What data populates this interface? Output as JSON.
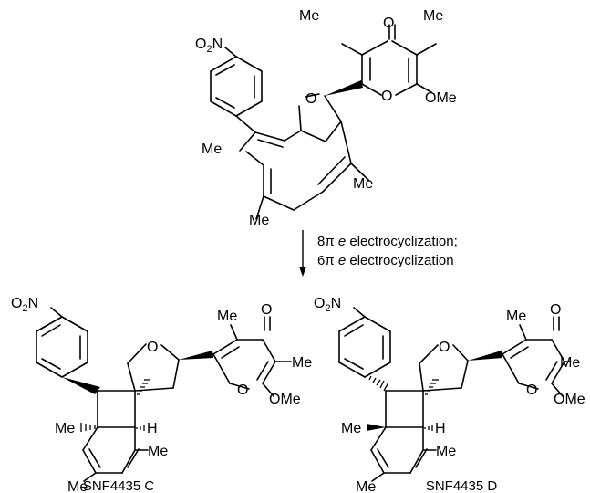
{
  "reaction": {
    "conditions": {
      "line1_prefix": "8π ",
      "line1_italic": "e",
      "line1_suffix": " electrocyclization;",
      "line2_prefix": "6π ",
      "line2_italic": "e",
      "line2_suffix": " electrocyclization"
    }
  },
  "atoms": {
    "O": "O",
    "N": "N",
    "no2_prefix": "O",
    "no2_sub": "2",
    "me": "Me",
    "ome": "OMe",
    "h": "H"
  },
  "products": {
    "product_c": "SNF4435 C",
    "product_d": "SNF4435 D"
  }
}
